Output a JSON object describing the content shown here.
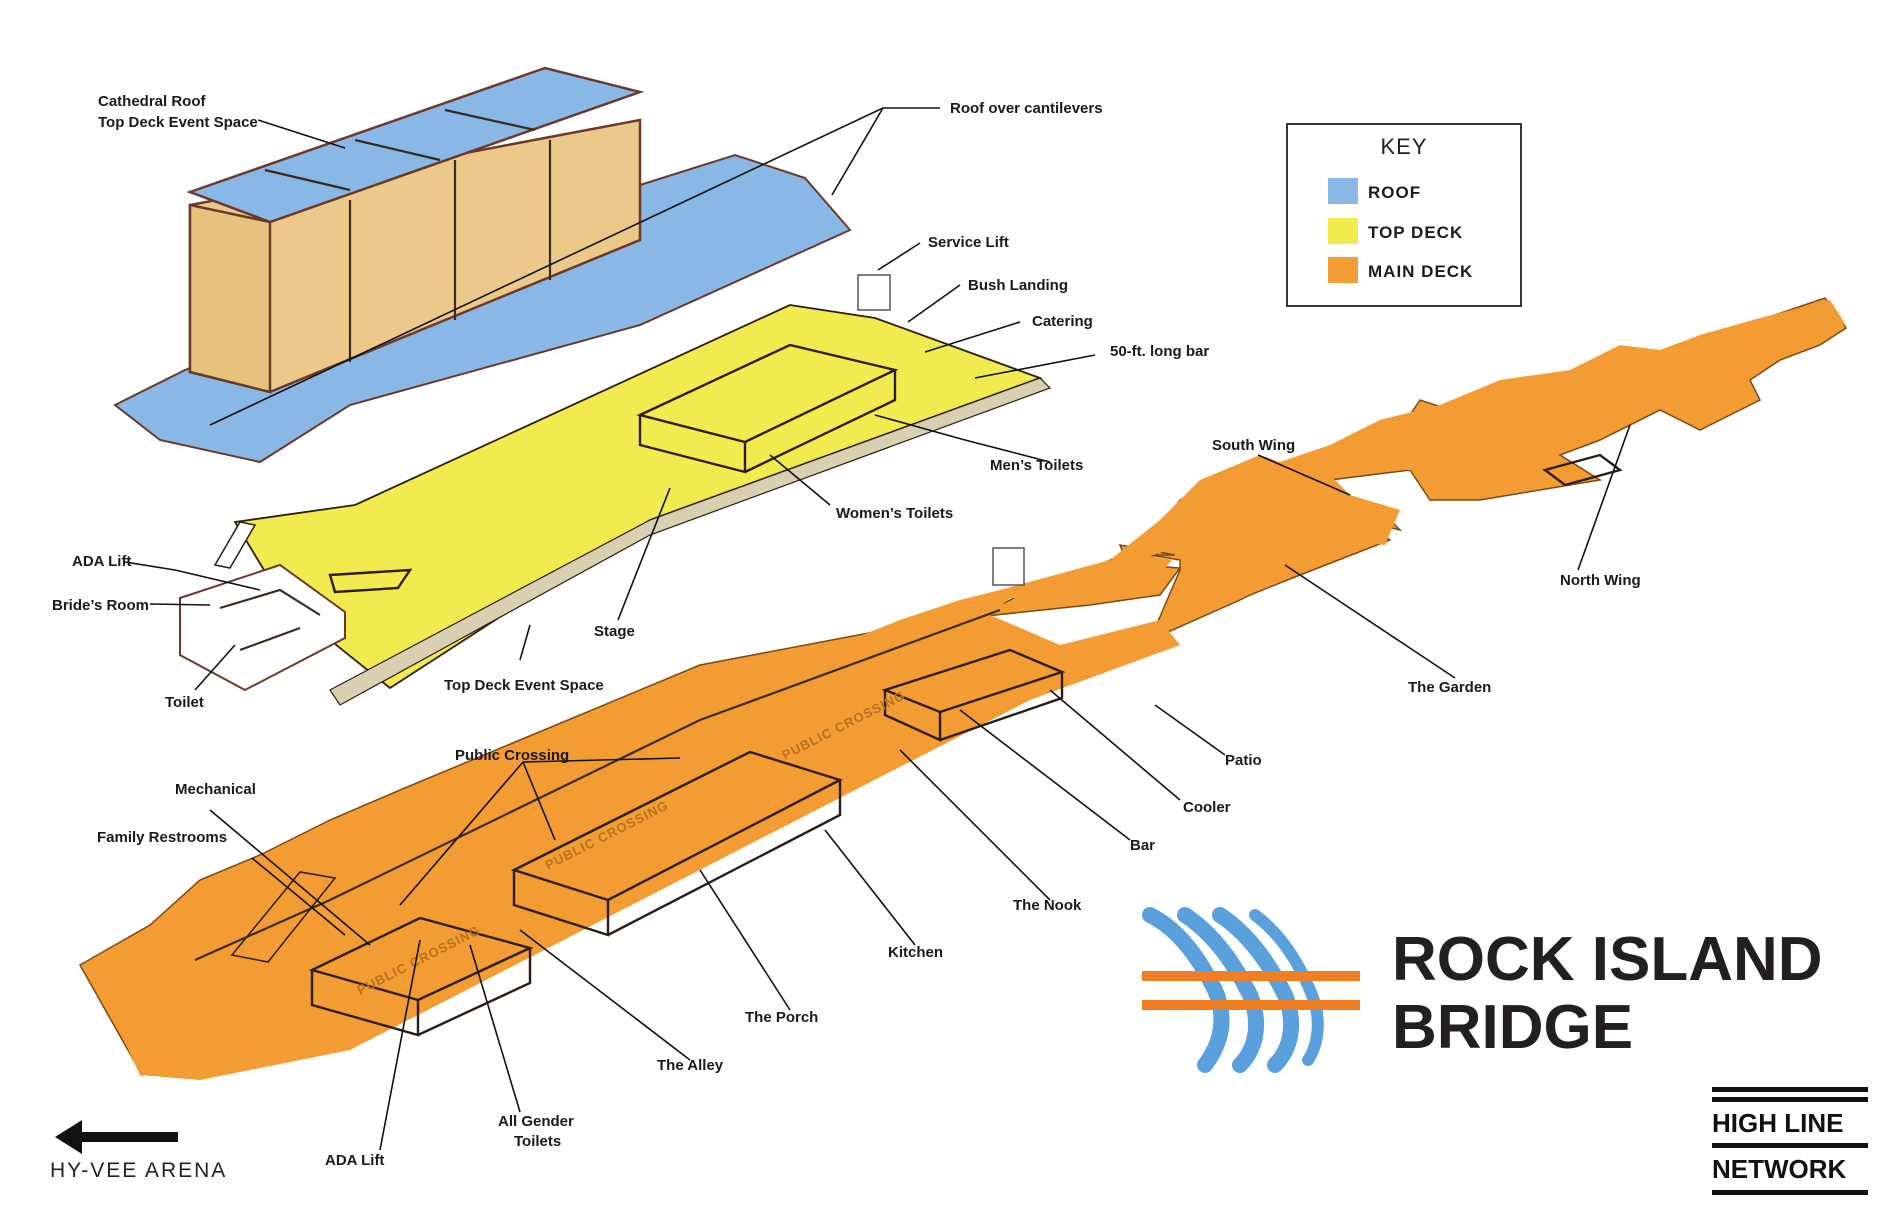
{
  "colors": {
    "roof": "#8ab8e6",
    "top_deck": "#f2eb4f",
    "main_deck": "#f39c33",
    "wall": "#ecc98a",
    "logo_blue": "#5aa0dc",
    "logo_orange": "#ee7f22"
  },
  "key": {
    "title": "KEY",
    "items": [
      {
        "label": "ROOF",
        "color": "#8ab8e6"
      },
      {
        "label": "TOP DECK",
        "color": "#f2eb4f"
      },
      {
        "label": "MAIN DECK",
        "color": "#f39c33"
      }
    ]
  },
  "title": {
    "line1": "ROCK ISLAND",
    "line2": "BRIDGE"
  },
  "brand": {
    "line1": "HIGH LINE",
    "line2": "NETWORK"
  },
  "direction": {
    "label": "HY-VEE ARENA",
    "icon": "arrow-left-icon"
  },
  "roof_labels": {
    "cathedral_line1": "Cathedral Roof",
    "cathedral_line2": "Top Deck Event Space",
    "cantilevers": "Roof over cantilevers"
  },
  "top_deck_labels": {
    "service_lift": "Service Lift",
    "bush_landing": "Bush Landing",
    "catering": "Catering",
    "long_bar": "50-ft. long bar",
    "mens_toilets": "Men’s Toilets",
    "womens_toilets": "Women’s Toilets",
    "stage": "Stage",
    "event_space": "Top Deck Event Space",
    "ada_lift": "ADA Lift",
    "brides_room": "Bride’s Room",
    "toilet": "Toilet"
  },
  "main_deck_labels": {
    "south_wing": "South Wing",
    "north_wing": "North Wing",
    "garden": "The Garden",
    "patio": "Patio",
    "cooler": "Cooler",
    "bar": "Bar",
    "nook": "The Nook",
    "kitchen": "Kitchen",
    "porch": "The Porch",
    "alley": "The Alley",
    "all_gender_line1": "All Gender",
    "all_gender_line2": "Toilets",
    "ada_lift": "ADA Lift",
    "family_restrooms": "Family Restrooms",
    "mechanical": "Mechanical",
    "public_crossing": "Public Crossing",
    "crossing_stripe": "PUBLIC CROSSING"
  }
}
